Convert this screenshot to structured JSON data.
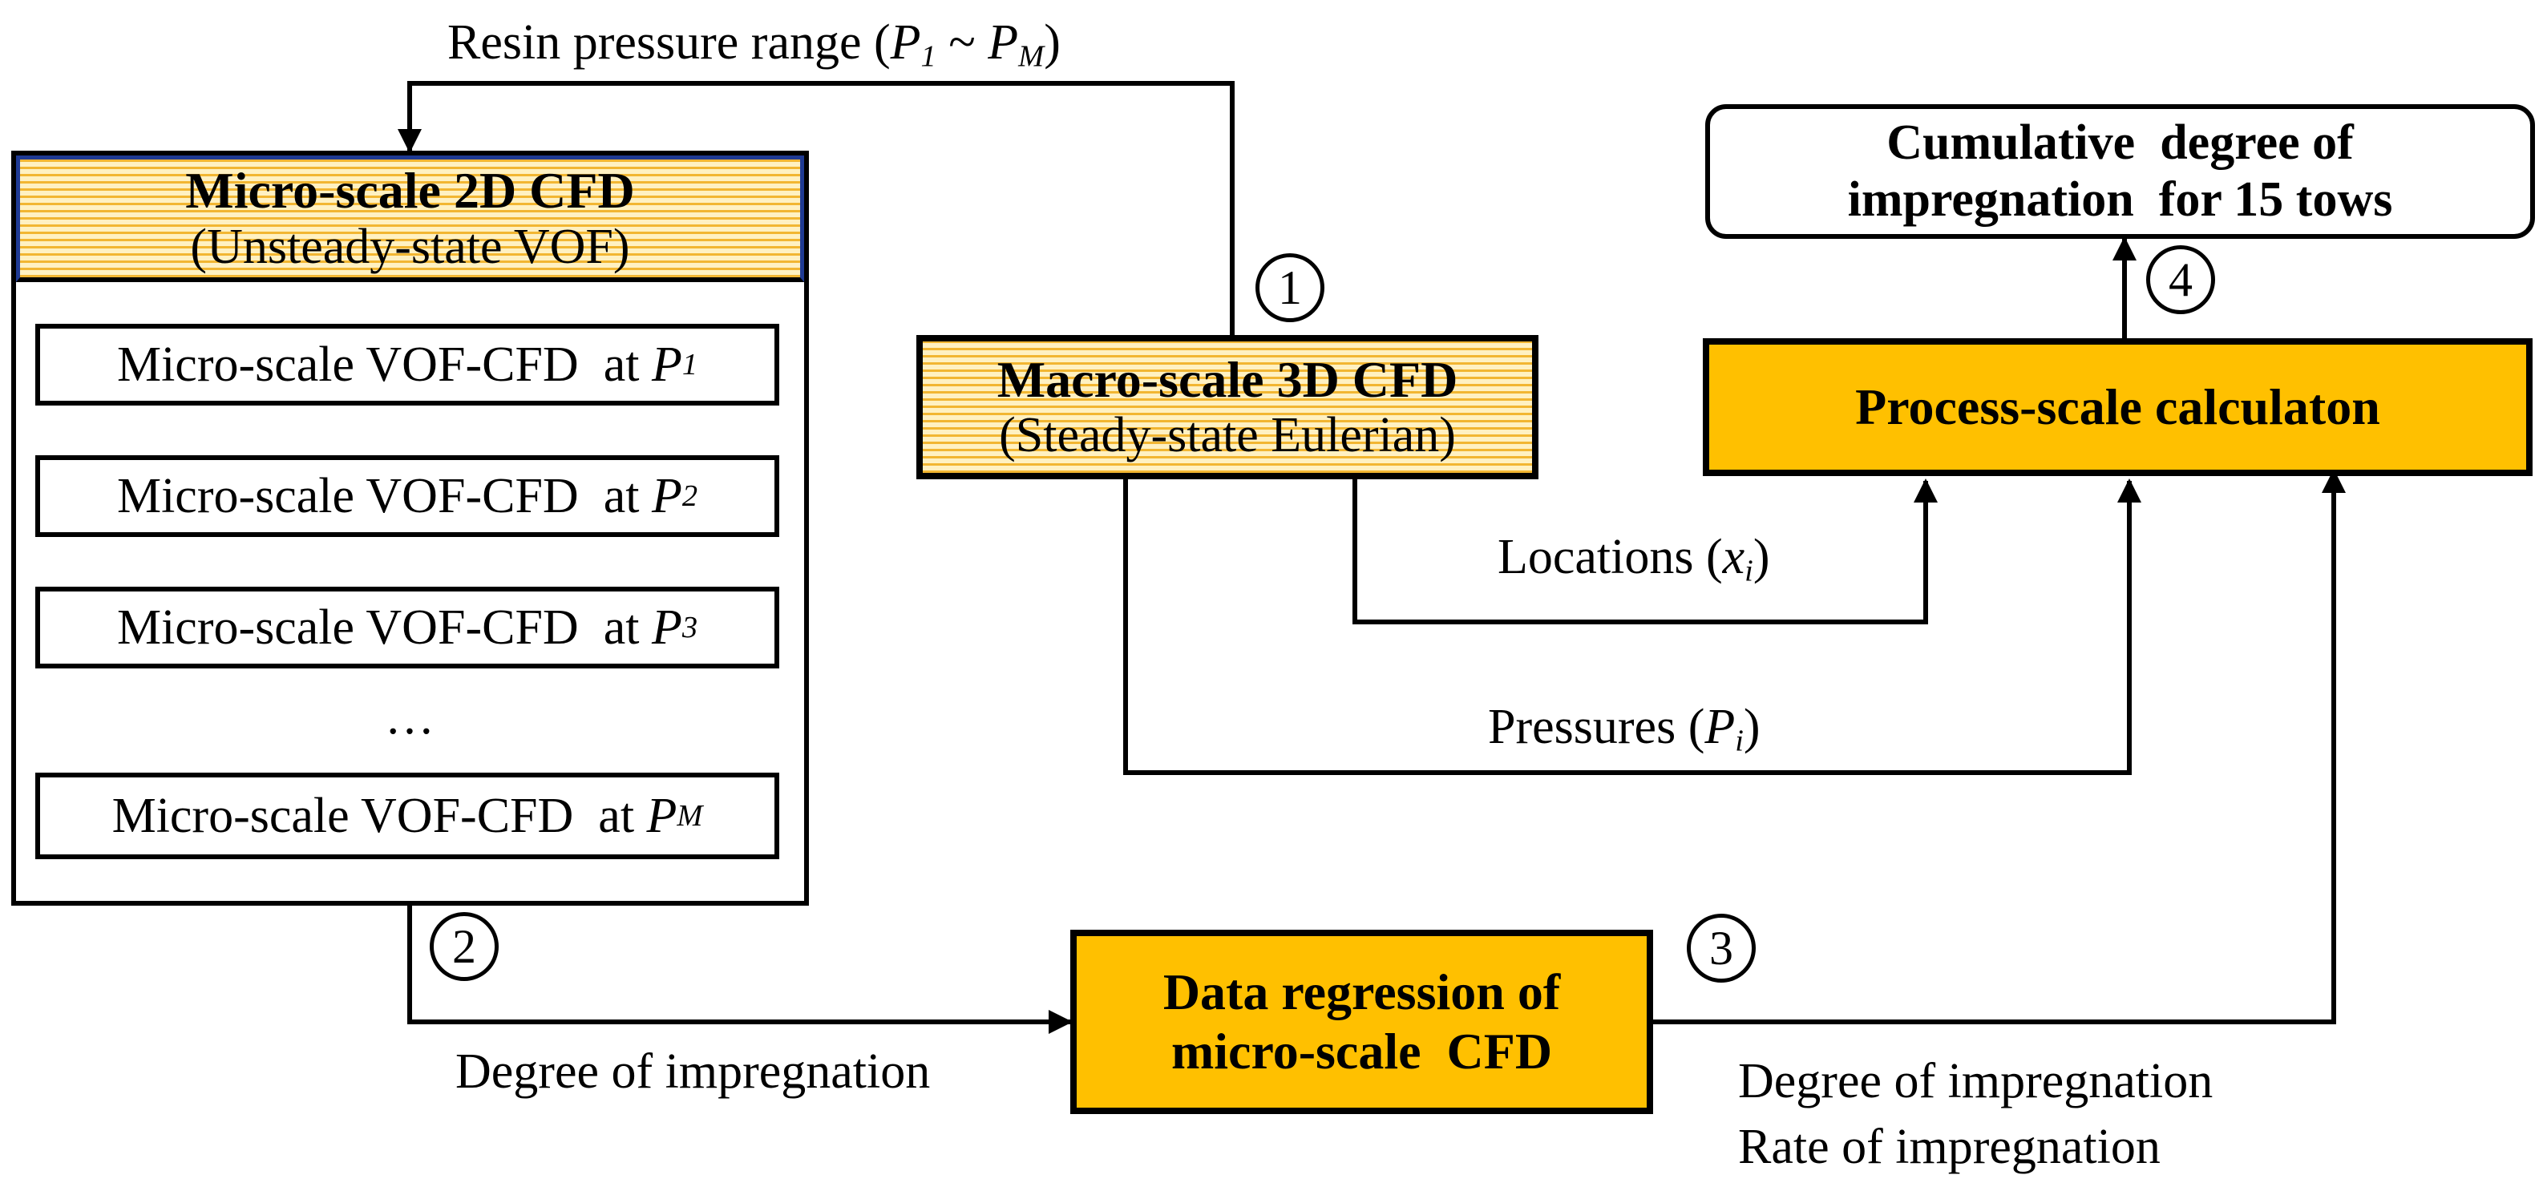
{
  "top_feedback": {
    "label_text": "Resin pressure range (",
    "p_start": "P",
    "p_start_sub": "1",
    "tilde": " ~ ",
    "p_end": "P",
    "p_end_sub": "M",
    "close": ")"
  },
  "micro_cfd": {
    "title": "Micro-scale 2D CFD",
    "subtitle": "(Unsteady-state VOF)",
    "item_prefix": "Micro-scale VOF-CFD  at ",
    "item_var": "P",
    "items": [
      {
        "sub": "1"
      },
      {
        "sub": "2"
      },
      {
        "sub": "3"
      }
    ],
    "ellipsis": "…",
    "last_item_sub": "M"
  },
  "macro_cfd": {
    "title": "Macro-scale 3D CFD",
    "subtitle": "(Steady-state Eulerian)"
  },
  "process": {
    "label": "Process-scale calculaton"
  },
  "cumulative": {
    "line1": "Cumulative  degree of",
    "line2": "impregnation  for 15 tows"
  },
  "regression": {
    "line1": "Data regression of",
    "line2": "micro-scale  CFD"
  },
  "edges": {
    "locations_text": "Locations (",
    "locations_var": "x",
    "locations_sub": "i",
    "locations_close": ")",
    "pressures_text": "Pressures (",
    "pressures_var": "P",
    "pressures_sub": "i",
    "pressures_close": ")",
    "micro_to_regression": "Degree of impregnation",
    "regression_out_1": "Degree of impregnation",
    "regression_out_2": "Rate of impregnation"
  },
  "steps": [
    "1",
    "2",
    "3",
    "4"
  ],
  "colors": {
    "gold": "#ffc000",
    "hatch_dark": "#f2b632",
    "hatch_light": "#fff1c2",
    "line": "#000000",
    "micro_header_border": "#1f3a93"
  }
}
